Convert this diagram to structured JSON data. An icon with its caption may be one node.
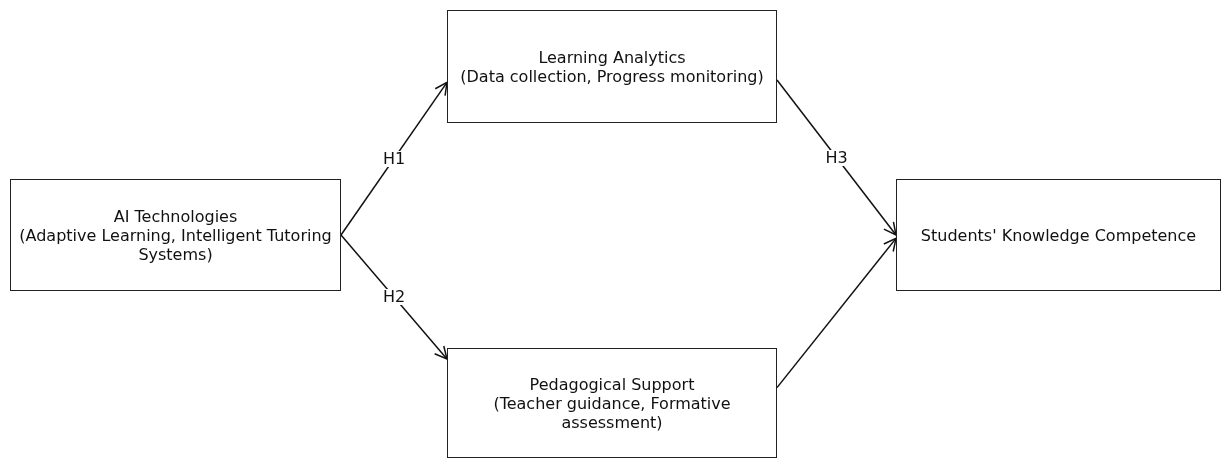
{
  "diagram": {
    "nodes": [
      {
        "text": [
          "AI Technologies",
          "(Adaptive Learning, Intelligent Tutoring Systems)"
        ]
      },
      {
        "text": [
          "Learning Analytics",
          "(Data collection, Progress monitoring)"
        ]
      },
      {
        "text": [
          "Pedagogical Support",
          "(Teacher guidance, Formative assessment)"
        ]
      },
      {
        "text": [
          "Students' Knowledge Competence"
        ]
      }
    ],
    "edges": [
      {
        "from": 0,
        "to": 1,
        "arrow": "to",
        "label": "H1"
      },
      {
        "from": 0,
        "to": 2,
        "arrow": "to",
        "label": "H2"
      },
      {
        "from": 1,
        "to": 3,
        "arrow": "to",
        "label": "H3"
      },
      {
        "from": 2,
        "to": 3,
        "arrow": "to"
      }
    ]
  }
}
